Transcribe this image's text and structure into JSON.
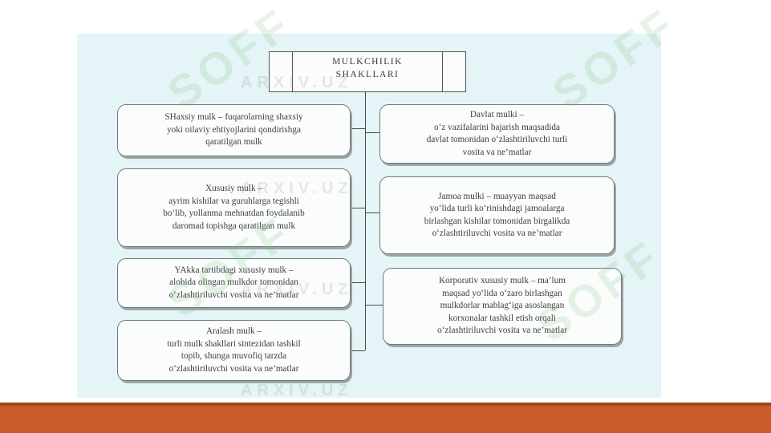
{
  "header": {
    "title": "MULKCHILIK\nSHAKLLARI"
  },
  "left_boxes": [
    {
      "text": "SHaxsiy mulk – fuqarolarning shaxsiy\nyoki oilaviy ehtiyojlarini qondirishga\nqaratilgan mulk"
    },
    {
      "text": "Xususiy mulk –\nayrim kishilar va guruhlarga tegishli\nbo‘lib, yollanma mehnatdan foydalanib\ndaromad topishga qaratilgan mulk"
    },
    {
      "text": "YAkka tartibdagi xususiy mulk –\nalohida olingan mulkdor tomonidan\no‘zlashtiriluvchi vosita va ne’matlar"
    },
    {
      "text": "Aralash mulk –\nturli mulk shakllari sintezidan tashkil\ntopib, shunga muvofiq tarzda\no‘zlashtiriluvchi vosita va ne’matlar"
    }
  ],
  "right_boxes": [
    {
      "text": "Davlat mulki –\no‘z vazifalarini bajarish maqsadida\ndavlat tomonidan o‘zlashtiriluvchi turli\nvosita va ne’matlar"
    },
    {
      "text": "Jamoa mulki – muayyan maqsad\nyo‘lida turli ko‘rinishdagi jamoalarga\nbirlashgan kishilar tomonidan  birgalikda\no‘zlashtiriluvchi vosita va ne’matlar"
    },
    {
      "text": "Korporativ xususiy mulk – ma’lum\nmaqsad yo‘lida o‘zaro birlashgan\nmulkdorlar mablag‘iga asoslangan\nkorxonalar tashkil etish orqali\no‘zlashtiriluvchi vosita va ne’matlar"
    }
  ],
  "watermarks": {
    "soff": "SOFF",
    "arxiv": "ARXIV.UZ"
  },
  "colors": {
    "panel": "#e5f4f6",
    "footer": "#c95a29"
  }
}
